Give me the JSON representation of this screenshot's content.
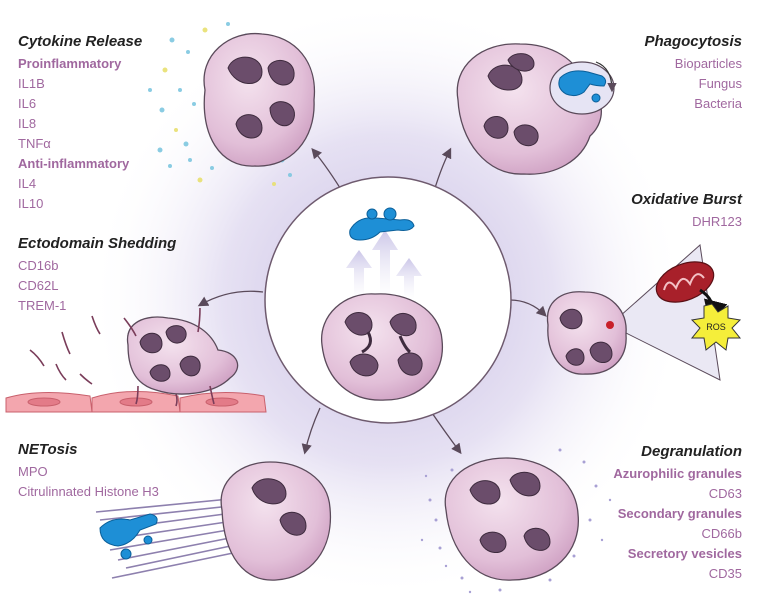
{
  "center": {
    "label": ""
  },
  "panels": {
    "cytokine_release": {
      "title": "Cytokine Release",
      "items": [
        {
          "text": "Proinflammatory",
          "heading": true
        },
        {
          "text": "IL1B"
        },
        {
          "text": "IL6"
        },
        {
          "text": "IL8"
        },
        {
          "text": "TNFα"
        },
        {
          "text": "Anti-inflammatory",
          "heading": true
        },
        {
          "text": "IL4"
        },
        {
          "text": "IL10"
        }
      ]
    },
    "phagocytosis": {
      "title": "Phagocytosis",
      "items": [
        {
          "text": "Bioparticles"
        },
        {
          "text": "Fungus"
        },
        {
          "text": "Bacteria"
        }
      ]
    },
    "oxidative_burst": {
      "title": "Oxidative Burst",
      "items": [
        {
          "text": "DHR123"
        }
      ],
      "badge": "ROS"
    },
    "ectodomain_shedding": {
      "title": "Ectodomain Shedding",
      "items": [
        {
          "text": "CD16b"
        },
        {
          "text": "CD62L"
        },
        {
          "text": "TREM-1"
        }
      ]
    },
    "netosis": {
      "title": "NETosis",
      "items": [
        {
          "text": "MPO"
        },
        {
          "text": "Citrulinnated Histone H3"
        }
      ]
    },
    "degranulation": {
      "title": "Degranulation",
      "items": [
        {
          "text": "Azurophilic granules",
          "heading": true
        },
        {
          "text": "CD63"
        },
        {
          "text": "Secondary granules",
          "heading": true
        },
        {
          "text": "CD66b"
        },
        {
          "text": "Secretory vesicles",
          "heading": true
        },
        {
          "text": "CD35"
        }
      ]
    }
  },
  "colors": {
    "text_purple": "#a0689f",
    "cell_fill": "#e8c8df",
    "cell_stroke": "#5a4a5a",
    "nucleus": "#6b4d6b",
    "fungus_blue": "#1e8fd6",
    "endothelium": "#f0a0a8",
    "ros_yellow": "#f5ee3a",
    "mito_red": "#a8202a"
  }
}
